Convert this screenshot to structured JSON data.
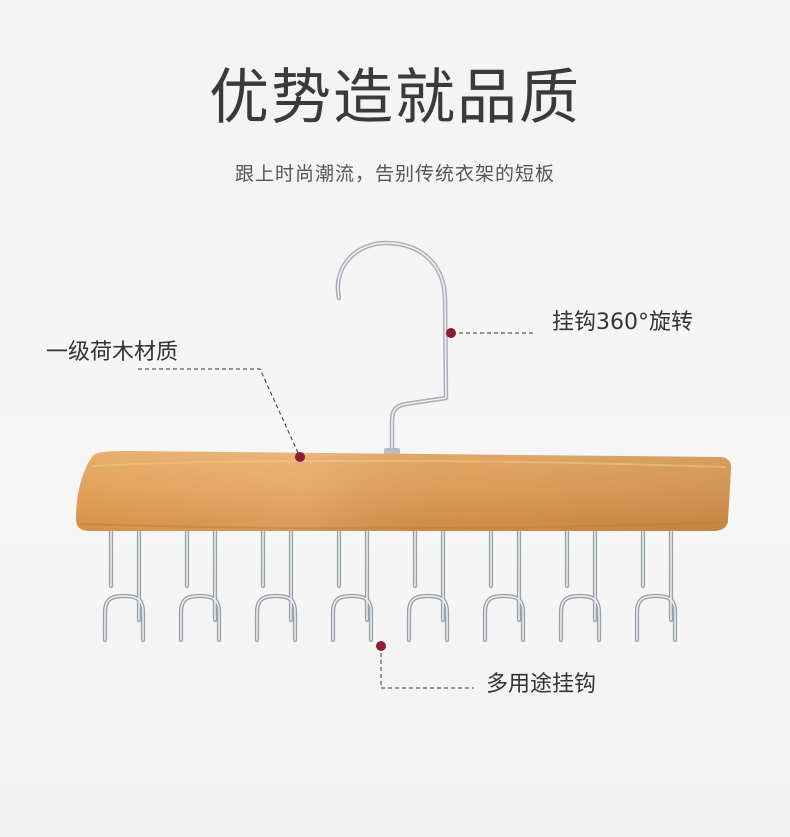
{
  "header": {
    "title": "优势造就品质",
    "subtitle": "跟上时尚潮流，告别传统衣架的短板"
  },
  "callouts": {
    "rotating_hook": "挂钩360°旋转",
    "wood_material": "一级荷木材质",
    "multi_hooks": "多用途挂钩"
  },
  "colors": {
    "marker": "#8b1d35",
    "wood": "#e3a45e",
    "metal": "#c9cdd2",
    "text": "#333333",
    "background": "#f4f4f4"
  },
  "product": {
    "hook_count": 8
  }
}
